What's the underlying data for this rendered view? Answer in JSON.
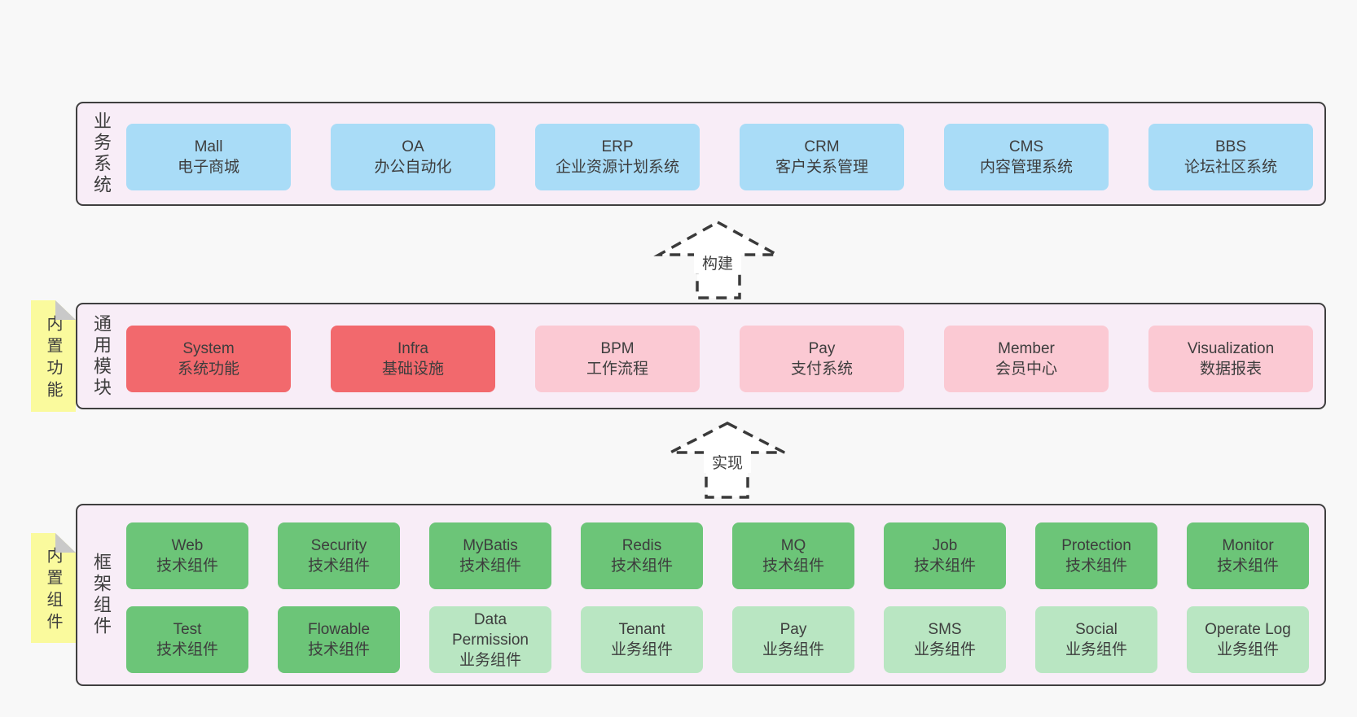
{
  "palette": {
    "page_background": "#f8f8f8",
    "panel_background": "#f8edf7",
    "panel_border": "#3f3f3f",
    "blue_box": "#a9dcf7",
    "red_box": "#f2696d",
    "pink_box": "#fbc9d3",
    "green_box": "#6cc578",
    "lightgreen_box": "#b9e6c2",
    "note_yellow": "#fafa9d",
    "note_fold_gray": "#c9c9c9",
    "text": "#3d3d3d"
  },
  "arrows": [
    {
      "label": "构建"
    },
    {
      "label": "实现"
    }
  ],
  "sections": [
    {
      "label": "业务系统",
      "boxes": [
        {
          "title": "Mall",
          "subtitle": "电子商城",
          "color": "blue"
        },
        {
          "title": "OA",
          "subtitle": "办公自动化",
          "color": "blue"
        },
        {
          "title": "ERP",
          "subtitle": "企业资源计划系统",
          "color": "blue"
        },
        {
          "title": "CRM",
          "subtitle": "客户关系管理",
          "color": "blue"
        },
        {
          "title": "CMS",
          "subtitle": "内容管理系统",
          "color": "blue"
        },
        {
          "title": "BBS",
          "subtitle": "论坛社区系统",
          "color": "blue"
        }
      ]
    },
    {
      "label": "通用模块",
      "note": "内置功能",
      "boxes": [
        {
          "title": "System",
          "subtitle": "系统功能",
          "color": "red"
        },
        {
          "title": "Infra",
          "subtitle": "基础设施",
          "color": "red"
        },
        {
          "title": "BPM",
          "subtitle": "工作流程",
          "color": "pink"
        },
        {
          "title": "Pay",
          "subtitle": "支付系统",
          "color": "pink"
        },
        {
          "title": "Member",
          "subtitle": "会员中心",
          "color": "pink"
        },
        {
          "title": "Visualization",
          "subtitle": "数据报表",
          "color": "pink"
        }
      ]
    },
    {
      "label": "框架组件",
      "note": "内置组件",
      "rows": [
        [
          {
            "title": "Web",
            "subtitle": "技术组件",
            "color": "green"
          },
          {
            "title": "Security",
            "subtitle": "技术组件",
            "color": "green"
          },
          {
            "title": "MyBatis",
            "subtitle": "技术组件",
            "color": "green"
          },
          {
            "title": "Redis",
            "subtitle": "技术组件",
            "color": "green"
          },
          {
            "title": "MQ",
            "subtitle": "技术组件",
            "color": "green"
          },
          {
            "title": "Job",
            "subtitle": "技术组件",
            "color": "green"
          },
          {
            "title": "Protection",
            "subtitle": "技术组件",
            "color": "green"
          },
          {
            "title": "Monitor",
            "subtitle": "技术组件",
            "color": "green"
          }
        ],
        [
          {
            "title": "Test",
            "subtitle": "技术组件",
            "color": "green"
          },
          {
            "title": "Flowable",
            "subtitle": "技术组件",
            "color": "green"
          },
          {
            "title": "Data Permission",
            "subtitle": "业务组件",
            "color": "lightgreen"
          },
          {
            "title": "Tenant",
            "subtitle": "业务组件",
            "color": "lightgreen"
          },
          {
            "title": "Pay",
            "subtitle": "业务组件",
            "color": "lightgreen"
          },
          {
            "title": "SMS",
            "subtitle": "业务组件",
            "color": "lightgreen"
          },
          {
            "title": "Social",
            "subtitle": "业务组件",
            "color": "lightgreen"
          },
          {
            "title": "Operate Log",
            "subtitle": "业务组件",
            "color": "lightgreen"
          }
        ]
      ]
    }
  ]
}
